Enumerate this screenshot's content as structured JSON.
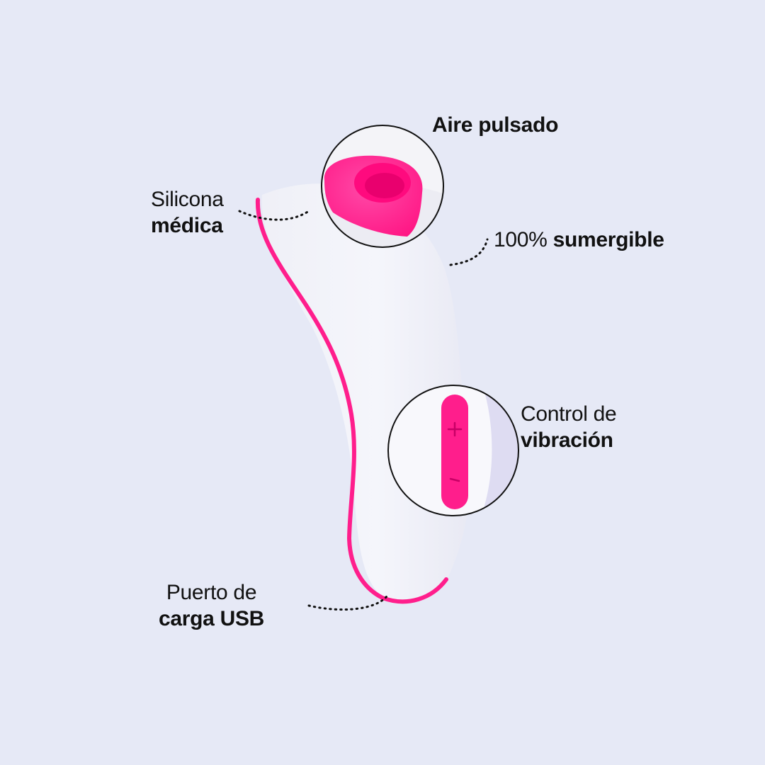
{
  "colors": {
    "background": "#e6e9f6",
    "accent_pink": "#ff1e8c",
    "device_white": "#f6f6fa",
    "text": "#111111"
  },
  "labels": {
    "aire": {
      "bold": "Aire pulsado"
    },
    "silicona": {
      "line1": "Silicona",
      "line2": "médica"
    },
    "sumergible": {
      "light": "100%",
      "bold": "sumergible"
    },
    "control": {
      "line1": "Control de",
      "line2": "vibración"
    },
    "puerto": {
      "line1": "Puerto de",
      "line2": "carga USB"
    }
  },
  "icons": {
    "plus": "plus-icon",
    "minus": "minus-icon"
  }
}
